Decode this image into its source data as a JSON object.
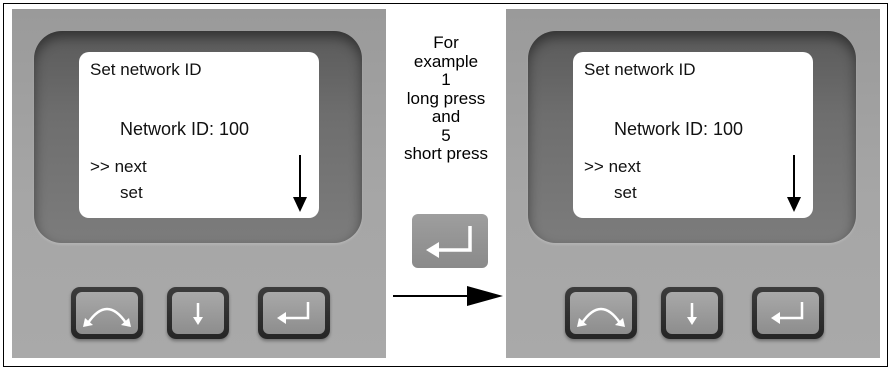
{
  "caption": {
    "lines": [
      "For",
      "example",
      "1",
      "long press",
      "and",
      "5",
      "short press"
    ]
  },
  "left_device": {
    "screen": {
      "title": "Set network ID",
      "value": "Network ID: 100",
      "next": ">> next",
      "set": "set"
    }
  },
  "right_device": {
    "screen": {
      "title": "Set network ID",
      "value": "Network ID: 100",
      "next": ">> next",
      "set": "set"
    }
  },
  "icons": {
    "cycle": "cycle-arrows-icon",
    "down": "down-arrow-icon",
    "enter": "enter-return-icon",
    "transition": "right-arrow-icon"
  },
  "colors": {
    "device_body": "#a2a2a2",
    "bezel": "#666666",
    "screen": "#ffffff",
    "button": "#999999"
  }
}
